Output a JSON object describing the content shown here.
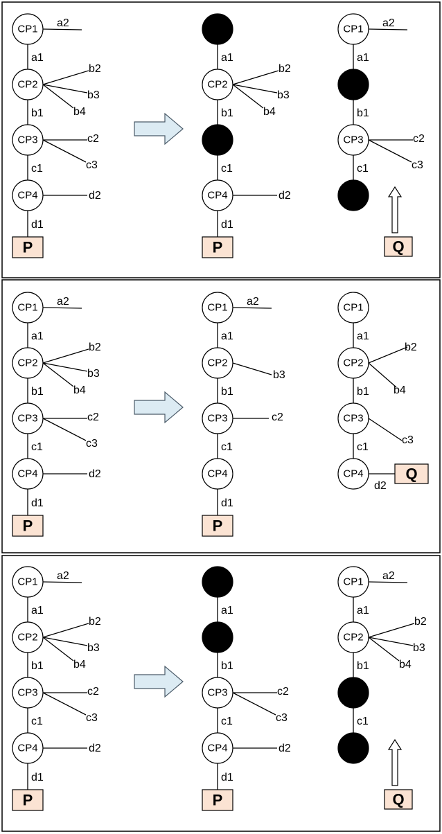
{
  "labels": {
    "CP1": "CP1",
    "CP2": "CP2",
    "CP3": "CP3",
    "CP4": "CP4",
    "a1": "a1",
    "a2": "a2",
    "b1": "b1",
    "b2": "b2",
    "b3": "b3",
    "b4": "b4",
    "c1": "c1",
    "c2": "c2",
    "c3": "c3",
    "d1": "d1",
    "d2": "d2",
    "P": "P",
    "Q": "Q"
  },
  "panels": [
    {
      "columns": [
        {
          "nodes": [
            "open",
            "open",
            "open",
            "open"
          ],
          "edges": [
            "a1",
            "b1",
            "c1",
            "d1"
          ],
          "branches": [
            "a2",
            "b2",
            "b3",
            "b4",
            "c2",
            "c3",
            "d2"
          ],
          "box": "P"
        },
        {
          "nodes": [
            "filled",
            "open",
            "filled",
            "open"
          ],
          "edges": [
            "a1",
            "b1",
            "c1",
            "d1"
          ],
          "branches": [
            "b2",
            "b3",
            "b4",
            "d2"
          ],
          "box": "P"
        },
        {
          "nodes": [
            "open",
            "filled",
            "open",
            "filled"
          ],
          "edges": [
            "a1",
            "b1",
            "c1"
          ],
          "branches": [
            "a2",
            "c2",
            "c3"
          ],
          "box": "Q",
          "up_arrow": true
        }
      ]
    },
    {
      "columns": [
        {
          "nodes": [
            "open",
            "open",
            "open",
            "open"
          ],
          "edges": [
            "a1",
            "b1",
            "c1",
            "d1"
          ],
          "branches": [
            "a2",
            "b2",
            "b3",
            "b4",
            "c2",
            "c3",
            "d2"
          ],
          "box": "P"
        },
        {
          "nodes": [
            "open",
            "open",
            "open",
            "open"
          ],
          "edges": [
            "a1",
            "b1",
            "c1",
            "d1"
          ],
          "branches": [
            "a2",
            "b3",
            "c2"
          ],
          "box": "P"
        },
        {
          "nodes": [
            "open",
            "open",
            "open",
            "open"
          ],
          "edges": [
            "a1",
            "b1",
            "c1"
          ],
          "branches": [
            "b2",
            "b4",
            "c3",
            "d2"
          ],
          "box": "Q",
          "side_box": true
        }
      ]
    },
    {
      "columns": [
        {
          "nodes": [
            "open",
            "open",
            "open",
            "open"
          ],
          "edges": [
            "a1",
            "b1",
            "c1",
            "d1"
          ],
          "branches": [
            "a2",
            "b2",
            "b3",
            "b4",
            "c2",
            "c3",
            "d2"
          ],
          "box": "P"
        },
        {
          "nodes": [
            "filled",
            "filled",
            "open",
            "open"
          ],
          "edges": [
            "a1",
            "b1",
            "c1",
            "d1"
          ],
          "branches": [
            "c2",
            "c3",
            "d2"
          ],
          "box": "P"
        },
        {
          "nodes": [
            "open",
            "open",
            "filled",
            "filled"
          ],
          "edges": [
            "a1",
            "b1",
            "c1"
          ],
          "branches": [
            "a2",
            "b2",
            "b3",
            "b4"
          ],
          "box": "Q",
          "up_arrow": true
        }
      ]
    }
  ]
}
